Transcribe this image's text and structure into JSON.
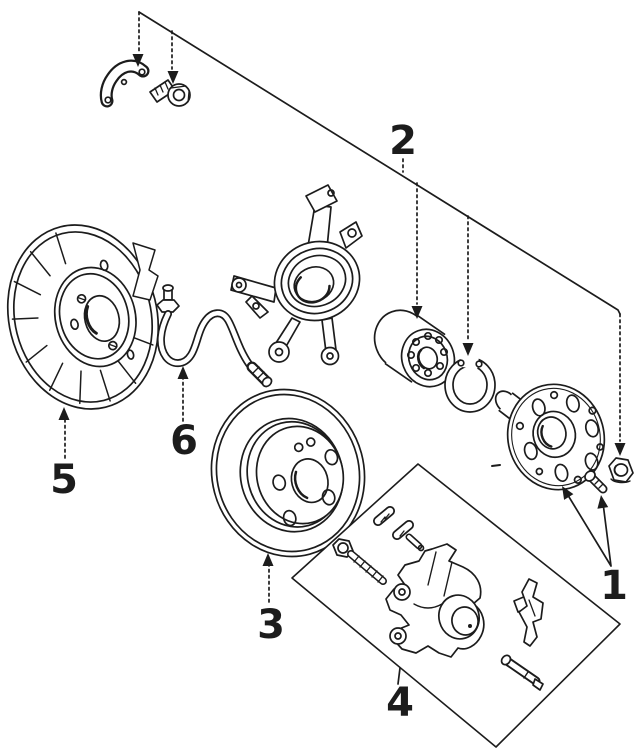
{
  "canvas": {
    "background": "#ffffff",
    "ink": "#1c1c1c"
  },
  "callouts": [
    {
      "label": "1"
    },
    {
      "label": "2"
    },
    {
      "label": "3"
    },
    {
      "label": "4"
    },
    {
      "label": "5"
    },
    {
      "label": "6"
    }
  ]
}
